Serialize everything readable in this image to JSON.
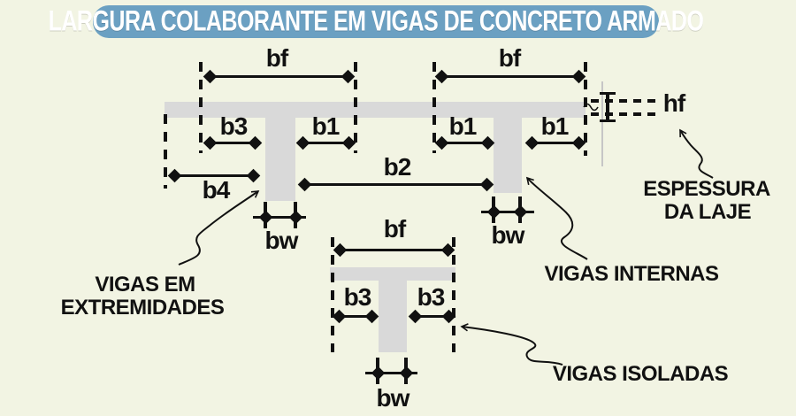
{
  "title": "LARGURA COLABORANTE EM VIGAS DE CONCRETO ARMADO",
  "labels": {
    "left_beam": {
      "bf": "bf",
      "b3": "b3",
      "b1": "b1",
      "b4": "b4",
      "bw": "bw"
    },
    "right_beam": {
      "bf": "bf",
      "b1_left": "b1",
      "b1_right": "b1",
      "b2": "b2",
      "bw": "bw"
    },
    "isolated_beam": {
      "bf": "bf",
      "b3_left": "b3",
      "b3_right": "b3",
      "bw": "bw"
    },
    "slab": {
      "hf": "hf"
    }
  },
  "annotations": {
    "edge_beams_line1": "VIGAS EM",
    "edge_beams_line2": "EXTREMIDADES",
    "internal_beams": "VIGAS INTERNAS",
    "isolated_beams": "VIGAS ISOLADAS",
    "slab_thickness_line1": "ESPESSURA",
    "slab_thickness_line2": "DA LAJE"
  },
  "colors": {
    "background": "#f2f4e3",
    "banner_blue": "#6ba0c2",
    "concrete_gray": "#d9d9d9",
    "line_black": "#111111",
    "title_text": "#ffffff"
  }
}
